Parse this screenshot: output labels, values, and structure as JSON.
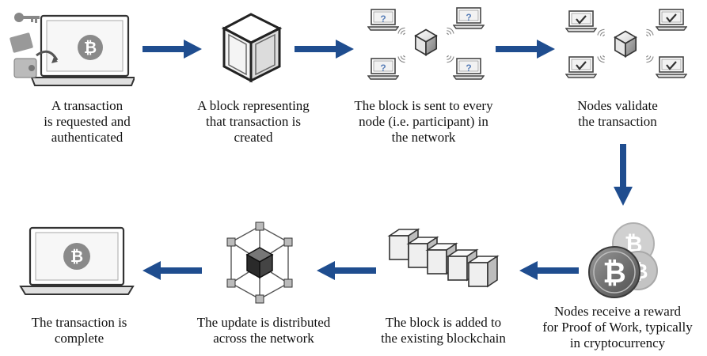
{
  "diagram": {
    "arrow_color": "#1f4d8f",
    "steps": [
      {
        "id": 1,
        "icon": "laptop-bitcoin-with-keys-wallet-icon",
        "caption": "A transaction\nis requested and\nauthenticated"
      },
      {
        "id": 2,
        "icon": "block-cube-icon",
        "caption": "A block representing\nthat transaction is\ncreated"
      },
      {
        "id": 3,
        "icon": "network-broadcast-icon",
        "caption": "The block is sent to every\nnode (i.e. participant) in\nthe network"
      },
      {
        "id": 4,
        "icon": "nodes-validate-icon",
        "caption": "Nodes validate\nthe transaction"
      },
      {
        "id": 5,
        "icon": "bitcoin-coins-icon",
        "caption": "Nodes receive a reward\nfor Proof of Work, typically\nin cryptocurrency"
      },
      {
        "id": 6,
        "icon": "blockchain-icon",
        "caption": "The block is added to\nthe existing blockchain"
      },
      {
        "id": 7,
        "icon": "distributed-network-cube-icon",
        "caption": "The update is distributed\nacross the network"
      },
      {
        "id": 8,
        "icon": "laptop-bitcoin-icon",
        "caption": "The transaction is\ncomplete"
      }
    ]
  }
}
